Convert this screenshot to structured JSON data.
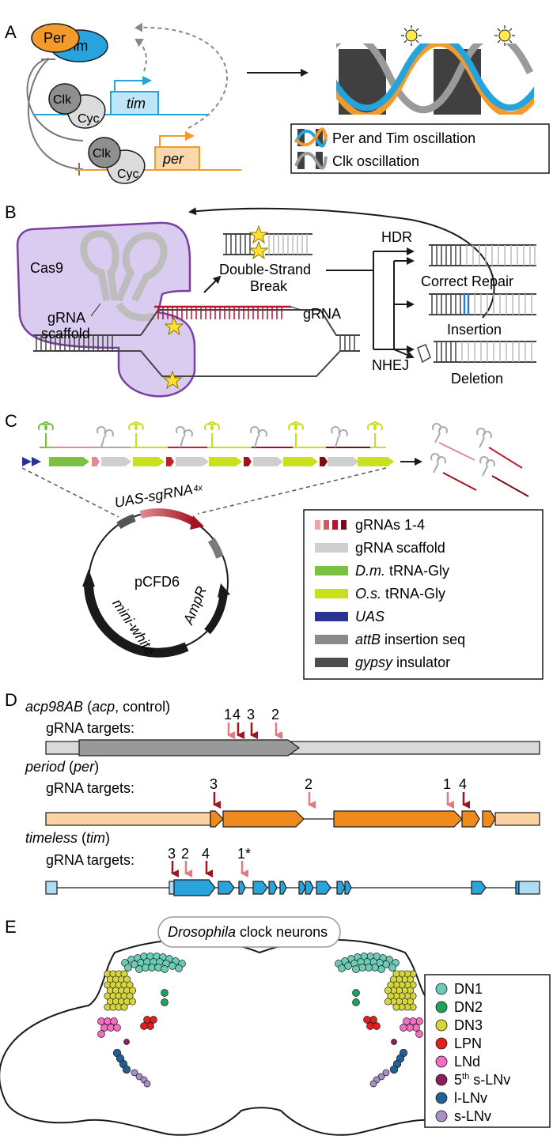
{
  "panels": {
    "A": {
      "letter": "A",
      "proteins": {
        "per": "Per",
        "tim": "Tim",
        "clk": "Clk",
        "cyc": "Cyc"
      },
      "genes": {
        "tim": "tim",
        "per": "per"
      },
      "legend": [
        {
          "label": "Per and Tim oscillation"
        },
        {
          "label": "Clk oscillation"
        }
      ],
      "colors": {
        "per": "#f39a2b",
        "tim": "#25a3dc",
        "clk": "#999999",
        "gray_block": "#404040"
      }
    },
    "B": {
      "letter": "B",
      "cas9": "Cas9",
      "scaffold_line1": "gRNA",
      "scaffold_line2": "scaffold",
      "grna": "gRNA",
      "dsb_line1": "Double-Strand",
      "dsb_line2": "Break",
      "hdr": "HDR",
      "nhej": "NHEJ",
      "outcomes": [
        "Correct Repair",
        "Insertion",
        "Deletion"
      ],
      "colors": {
        "cas9_fill": "#d9ccf0",
        "cas9_stroke": "#7a3fa0",
        "grna": "#b3152c",
        "insertion": "#2a7fd4",
        "star": "#ffe033"
      }
    },
    "C": {
      "letter": "C",
      "construct_label": "UAS-sgRNA",
      "construct_superscript": "4x",
      "plasmid": "pCFD6",
      "mini_white": "mini-white",
      "ampr": "AmpR",
      "legend": [
        {
          "label": "gRNAs 1-4",
          "italic": false,
          "color": "#c0202e"
        },
        {
          "label": "gRNA scaffold",
          "italic": false,
          "color": "#cfcfcf"
        },
        {
          "label_it": "D.m.",
          "label_rest": " tRNA-Gly",
          "color": "#7cc242"
        },
        {
          "label_it": "O.s.",
          "label_rest": " tRNA-Gly",
          "color": "#c8e01e"
        },
        {
          "label_it": "UAS",
          "label_rest": "",
          "color": "#2b3390"
        },
        {
          "label_it": "attB",
          "label_rest": " insertion seq",
          "color": "#8a8a8a"
        },
        {
          "label_it": "gypsy",
          "label_rest": " insulator",
          "color": "#4d4d4d"
        }
      ]
    },
    "D": {
      "letter": "D",
      "targets_label": "gRNA targets:",
      "genes": [
        {
          "name_it": "acp98AB",
          "name_rest": " (",
          "abbr_it": "acp",
          "suffix": ", control)",
          "targets": [
            "1",
            "4",
            "3",
            "2"
          ]
        },
        {
          "name_it": "period",
          "name_rest": " (",
          "abbr_it": "per",
          "suffix": ")",
          "targets": [
            "3",
            "2",
            "1",
            "4"
          ]
        },
        {
          "name_it": "timeless",
          "name_rest": " (",
          "abbr_it": "tim",
          "suffix": ")",
          "targets": [
            "3",
            "2",
            "4",
            "1*"
          ]
        }
      ],
      "colors": {
        "acp_dark": "#999999",
        "acp_light": "#d9d9d9",
        "per_dark": "#ee8a1e",
        "per_light": "#fcd2a2",
        "tim_dark": "#29a4dc",
        "tim_light": "#aedcf2",
        "target_dark": "#a0141e",
        "target_light": "#de7c84"
      }
    },
    "E": {
      "letter": "E",
      "title_it": "Drosophila",
      "title_rest": " clock neurons",
      "legend": [
        {
          "label": "DN1",
          "color": "#6ccbb4"
        },
        {
          "label": "DN2",
          "color": "#1ea35a"
        },
        {
          "label": "DN3",
          "color": "#d4d63c"
        },
        {
          "label": "LPN",
          "color": "#e0201c"
        },
        {
          "label": "LNd",
          "color": "#f16ec2"
        },
        {
          "label_pre": "5",
          "label_sup": "th",
          "label_post": " s-LNv",
          "color": "#8c1f5c"
        },
        {
          "label": "l-LNv",
          "color": "#245f96"
        },
        {
          "label": "s-LNv",
          "color": "#a98fca"
        }
      ]
    }
  }
}
